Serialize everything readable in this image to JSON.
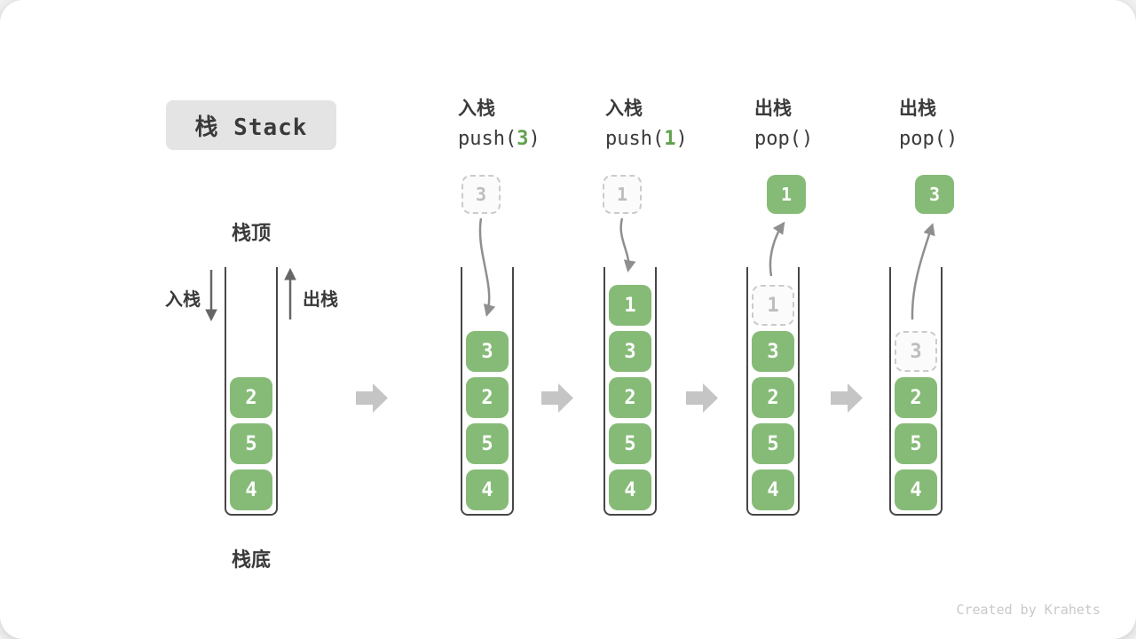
{
  "title": "栈 Stack",
  "legend": {
    "stack_top": "栈顶",
    "stack_bottom": "栈底",
    "push": "入栈",
    "pop": "出栈"
  },
  "watermark": "Created by Krahets",
  "colors": {
    "box_green": "#86BB77",
    "code_green": "#61A14D",
    "ghost_border": "#CBCBCB",
    "ghost_text": "#BDBDBD",
    "container_wall": "#474747",
    "flow_arrow_gray": "#C5C5C5",
    "curve_arrow_gray": "#8F8F8F",
    "text_dark": "#3A3A3A",
    "title_bg": "#E4E4E4",
    "watermark_gray": "#C9C9C9"
  },
  "columns": [
    {
      "name": "initial",
      "items": [
        {
          "value": "2",
          "type": "solid"
        },
        {
          "value": "5",
          "type": "solid"
        },
        {
          "value": "4",
          "type": "solid"
        }
      ]
    },
    {
      "name": "push-3",
      "op": {
        "zh": "入栈",
        "pre": "push(",
        "arg": "3",
        "suf": ")"
      },
      "floating": {
        "value": "3",
        "type": "ghost"
      },
      "items": [
        {
          "value": "3",
          "type": "solid"
        },
        {
          "value": "2",
          "type": "solid"
        },
        {
          "value": "5",
          "type": "solid"
        },
        {
          "value": "4",
          "type": "solid"
        }
      ]
    },
    {
      "name": "push-1",
      "op": {
        "zh": "入栈",
        "pre": "push(",
        "arg": "1",
        "suf": ")"
      },
      "floating": {
        "value": "1",
        "type": "ghost"
      },
      "items": [
        {
          "value": "1",
          "type": "solid"
        },
        {
          "value": "3",
          "type": "solid"
        },
        {
          "value": "2",
          "type": "solid"
        },
        {
          "value": "5",
          "type": "solid"
        },
        {
          "value": "4",
          "type": "solid"
        }
      ]
    },
    {
      "name": "pop-1",
      "op": {
        "zh": "出栈",
        "pre": "pop(",
        "arg": "",
        "suf": ")"
      },
      "floating": {
        "value": "1",
        "type": "solid"
      },
      "items": [
        {
          "value": "1",
          "type": "ghost"
        },
        {
          "value": "3",
          "type": "solid"
        },
        {
          "value": "2",
          "type": "solid"
        },
        {
          "value": "5",
          "type": "solid"
        },
        {
          "value": "4",
          "type": "solid"
        }
      ]
    },
    {
      "name": "pop-3",
      "op": {
        "zh": "出栈",
        "pre": "pop(",
        "arg": "",
        "suf": ")"
      },
      "floating": {
        "value": "3",
        "type": "solid"
      },
      "items": [
        {
          "value": "3",
          "type": "ghost"
        },
        {
          "value": "2",
          "type": "solid"
        },
        {
          "value": "5",
          "type": "solid"
        },
        {
          "value": "4",
          "type": "solid"
        }
      ]
    }
  ]
}
